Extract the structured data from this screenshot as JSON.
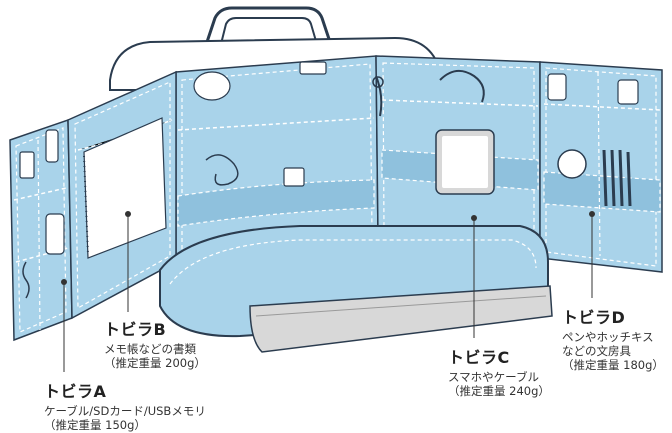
{
  "colors": {
    "panel": "#a9d3ea",
    "panel_shade": "#8fc1dd",
    "stitch": "#ffffff",
    "outline": "#2b3c4f",
    "device": "#d8d8d8"
  },
  "labels": [
    {
      "id": "A",
      "title": "トビラA",
      "desc": "ケーブル/SDカード/USBメモリ",
      "weight": "（推定重量 150g）"
    },
    {
      "id": "B",
      "title": "トビラB",
      "desc": "メモ帳などの書類",
      "weight": "（推定重量 200g）"
    },
    {
      "id": "C",
      "title": "トビラC",
      "desc": "スマホやケーブル",
      "weight": "（推定重量 240g）"
    },
    {
      "id": "D",
      "title": "トビラD",
      "desc_lines": [
        "ペンやホッチキス",
        "などの文房具"
      ],
      "weight": "（推定重量 180g）"
    }
  ]
}
